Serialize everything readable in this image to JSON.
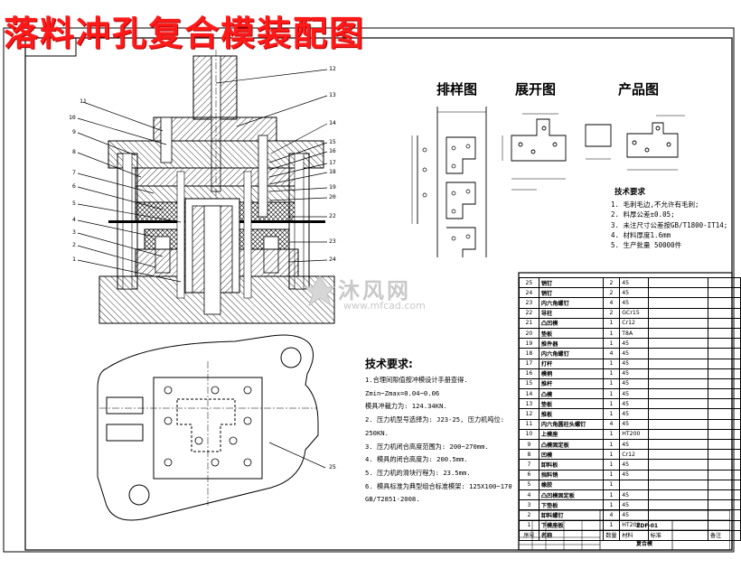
{
  "title": "落料冲孔复合模装配图",
  "view_labels": {
    "layout": "排样图",
    "unfold": "展开图",
    "product": "产品图"
  },
  "tech_requirements": {
    "heading": "技术要求:",
    "items": [
      "1.合理间隙值按冲模设计手册查得. Zmin~Zmax=0.04~0.06",
      "  模具冲裁力为: 124.34KN.",
      "2. 压力机型号选择为: J23-25, 压力机吨位: 250KN.",
      "3. 压力机闭合高度范围为: 200~270mm.",
      "4. 模具的闭合高度为: 200.5mm.",
      "5. 压力机的滑块行程为: 23.5mm.",
      "6. 模具标准为典型组合标准模架: 125X100~170",
      "   GB/T2851-2008."
    ]
  },
  "product_notes": {
    "heading": "技术要求",
    "items": [
      "1. 毛刺毛边,不允许有毛刺;",
      "2. 料厚公差±0.05;",
      "3. 未注尺寸公差按GB/T1800-IT14;",
      "4. 材料厚度1.6mm",
      "5. 生产批量 50000件"
    ]
  },
  "watermark": {
    "text": "沐风网",
    "url": "www.mfcad.com"
  },
  "callouts": [
    "1",
    "2",
    "3",
    "4",
    "5",
    "6",
    "7",
    "8",
    "9",
    "10",
    "11",
    "12",
    "13",
    "14",
    "15",
    "16",
    "17",
    "18",
    "19",
    "20",
    "21",
    "22",
    "23",
    "24",
    "25"
  ],
  "bom": {
    "rows": [
      {
        "no": "25",
        "name": "销钉",
        "qty": "2",
        "mat": "45",
        "std": "",
        "remark": ""
      },
      {
        "no": "24",
        "name": "销钉",
        "qty": "2",
        "mat": "45",
        "std": "",
        "remark": ""
      },
      {
        "no": "23",
        "name": "内六角螺钉",
        "qty": "4",
        "mat": "45",
        "std": "",
        "remark": ""
      },
      {
        "no": "22",
        "name": "导柱",
        "qty": "2",
        "mat": "GCr15",
        "std": "",
        "remark": ""
      },
      {
        "no": "21",
        "name": "凸凹模",
        "qty": "1",
        "mat": "Cr12",
        "std": "",
        "remark": ""
      },
      {
        "no": "20",
        "name": "垫板",
        "qty": "1",
        "mat": "T8A",
        "std": "",
        "remark": ""
      },
      {
        "no": "19",
        "name": "推件器",
        "qty": "1",
        "mat": "45",
        "std": "",
        "remark": ""
      },
      {
        "no": "18",
        "name": "内六角螺钉",
        "qty": "4",
        "mat": "45",
        "std": "",
        "remark": ""
      },
      {
        "no": "17",
        "name": "打杆",
        "qty": "1",
        "mat": "45",
        "std": "",
        "remark": ""
      },
      {
        "no": "16",
        "name": "模柄",
        "qty": "1",
        "mat": "45",
        "std": "",
        "remark": ""
      },
      {
        "no": "15",
        "name": "推杆",
        "qty": "1",
        "mat": "45",
        "std": "",
        "remark": ""
      },
      {
        "no": "14",
        "name": "凸模",
        "qty": "1",
        "mat": "45",
        "std": "",
        "remark": ""
      },
      {
        "no": "13",
        "name": "垫板",
        "qty": "1",
        "mat": "45",
        "std": "",
        "remark": ""
      },
      {
        "no": "12",
        "name": "推板",
        "qty": "1",
        "mat": "45",
        "std": "",
        "remark": ""
      },
      {
        "no": "11",
        "name": "内六角圆柱头螺钉",
        "qty": "4",
        "mat": "45",
        "std": "",
        "remark": ""
      },
      {
        "no": "10",
        "name": "上模座",
        "qty": "1",
        "mat": "HT200",
        "std": "",
        "remark": ""
      },
      {
        "no": "9",
        "name": "凸模固定板",
        "qty": "1",
        "mat": "45",
        "std": "",
        "remark": ""
      },
      {
        "no": "8",
        "name": "凹模",
        "qty": "1",
        "mat": "Cr12",
        "std": "",
        "remark": ""
      },
      {
        "no": "7",
        "name": "卸料板",
        "qty": "1",
        "mat": "45",
        "std": "",
        "remark": ""
      },
      {
        "no": "6",
        "name": "挡料销",
        "qty": "1",
        "mat": "45",
        "std": "",
        "remark": ""
      },
      {
        "no": "5",
        "name": "橡胶",
        "qty": "1",
        "mat": "",
        "std": "",
        "remark": ""
      },
      {
        "no": "4",
        "name": "凸凹模固定板",
        "qty": "1",
        "mat": "45",
        "std": "",
        "remark": ""
      },
      {
        "no": "3",
        "name": "下垫板",
        "qty": "1",
        "mat": "45",
        "std": "",
        "remark": ""
      },
      {
        "no": "2",
        "name": "卸料螺钉",
        "qty": "4",
        "mat": "45",
        "std": "",
        "remark": ""
      },
      {
        "no": "1",
        "name": "下模座板",
        "qty": "1",
        "mat": "HT200",
        "std": "",
        "remark": ""
      }
    ],
    "header": {
      "no": "序号",
      "name": "名称",
      "qty": "数量",
      "mat": "材料",
      "std": "标准",
      "remark": "备注"
    }
  },
  "title_block": {
    "drawing_name": "复合模",
    "drawing_no": "ZDF-01"
  }
}
